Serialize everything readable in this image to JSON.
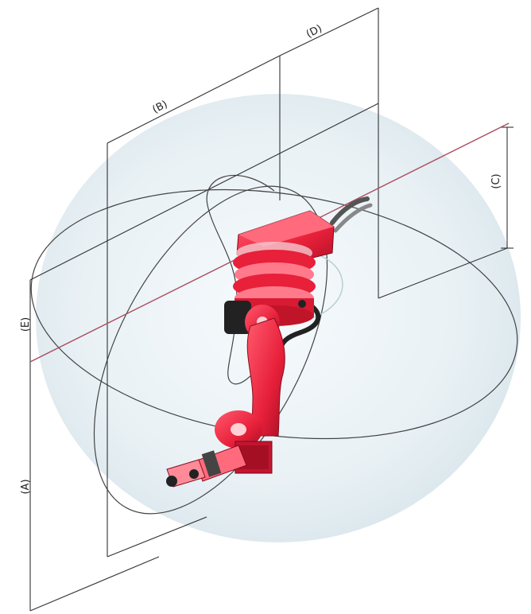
{
  "labels": {
    "A": "(A)",
    "B": "(B)",
    "C": "(C)",
    "D": "(D)",
    "E": "(E)"
  },
  "colors": {
    "envelope_fill": "#e6f0f4",
    "robot_red": "#e8203a",
    "robot_dark": "#b4122a",
    "axis_line": "#b05060",
    "line": "#333333"
  }
}
